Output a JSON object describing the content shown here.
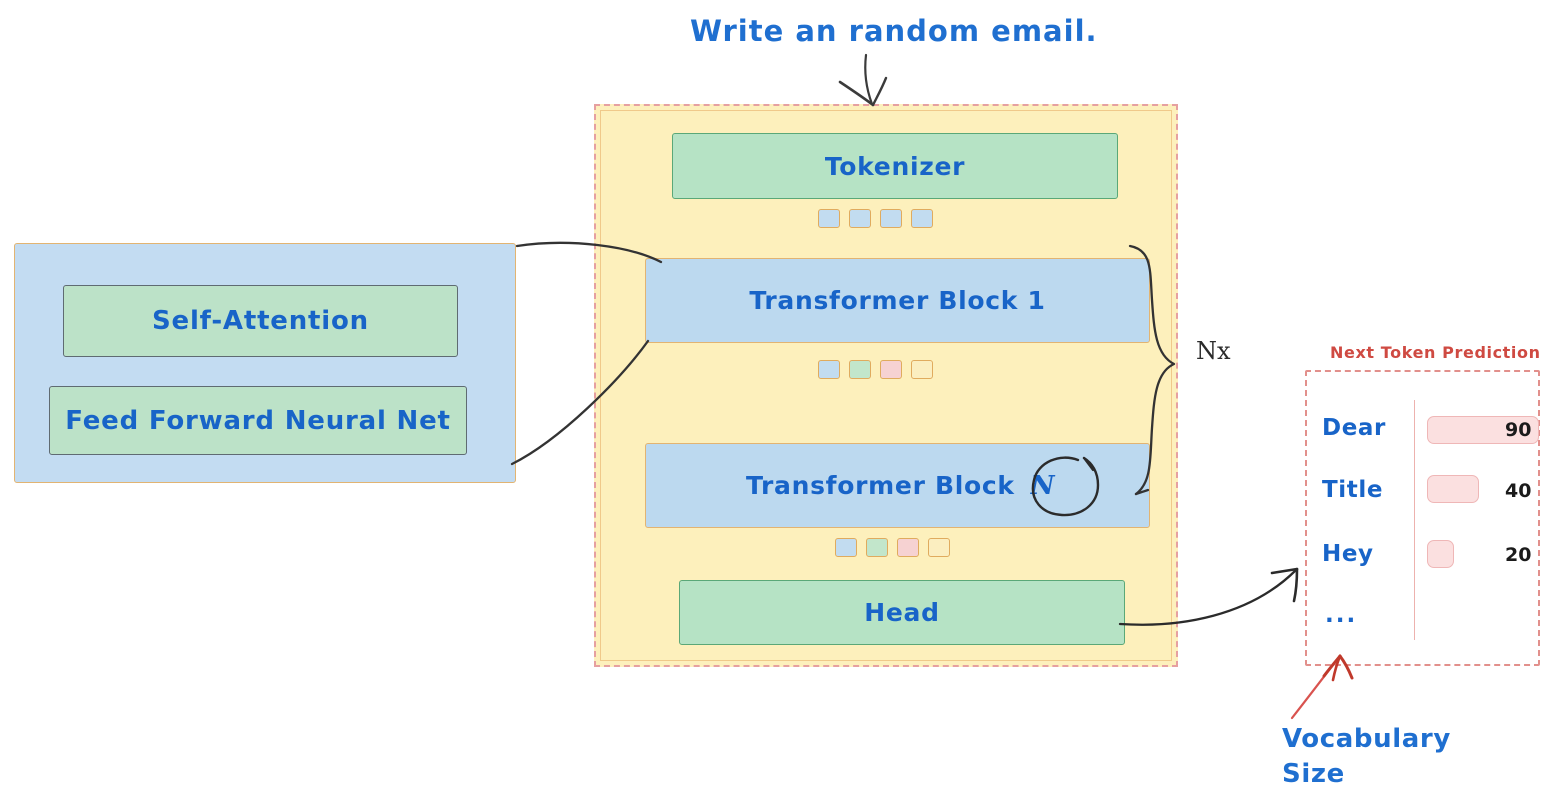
{
  "diagram": {
    "prompt": {
      "text": "Write an random email."
    },
    "pipeline": {
      "tokenizer": {
        "label": "Tokenizer"
      },
      "block_first": {
        "label": "Transformer Block 1"
      },
      "block_last": {
        "label": "Transformer Block",
        "index_letter": "N"
      },
      "head": {
        "label": "Head"
      },
      "repeat_annotation": "Nx",
      "token_rows": [
        {
          "name": "after-tokenizer",
          "tokens": [
            "blue",
            "blue",
            "blue",
            "blue"
          ]
        },
        {
          "name": "after-block-1",
          "tokens": [
            "blue",
            "green",
            "pink",
            "yellow"
          ]
        },
        {
          "name": "after-block-n",
          "tokens": [
            "blue",
            "green",
            "pink",
            "yellow"
          ]
        }
      ]
    },
    "block_detail": {
      "title": "",
      "items": [
        {
          "label": "Self-Attention"
        },
        {
          "label": "Feed Forward Neural Net"
        }
      ]
    },
    "prediction": {
      "title": "Next Token Prediction",
      "vocab_label_line1": "Vocabulary",
      "vocab_label_line2": "Size",
      "ellipsis": "...",
      "rows": [
        {
          "token": "Dear",
          "value": "90"
        },
        {
          "token": "Title",
          "value": "40"
        },
        {
          "token": "Hey",
          "value": "20"
        }
      ]
    },
    "colors": {
      "accent_blue": "#1864c8",
      "accent_red": "#cf4a42",
      "container_yellow": "#fdf0bc",
      "block_green": "#b6e3c5",
      "block_blue": "#bcd9ef",
      "panel_blue": "#c3dcf2",
      "bar_pink": "#fbe0e0",
      "connector_black": "#2b2b2b"
    }
  },
  "chart_data": {
    "type": "bar",
    "title": "Next Token Prediction",
    "categories": [
      "Dear",
      "Title",
      "Hey",
      "..."
    ],
    "values": [
      90,
      40,
      20,
      null
    ],
    "xlabel": "",
    "ylabel": "",
    "xlim": [
      0,
      100
    ],
    "orientation": "horizontal",
    "grid": false,
    "legend": false,
    "annotations": [
      "Vocabulary Size"
    ]
  }
}
